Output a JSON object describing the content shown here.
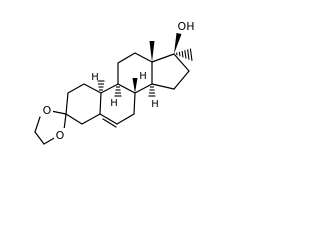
{
  "molecule": {
    "atom_labels": {
      "hydroxyl": "OH",
      "ketal_oxygen_upper": "O",
      "ketal_oxygen_lower": "O",
      "stereo_h_c9": "H",
      "stereo_h_c8": "H",
      "stereo_h_c14": "H",
      "stereo_h_c10": "H"
    }
  }
}
